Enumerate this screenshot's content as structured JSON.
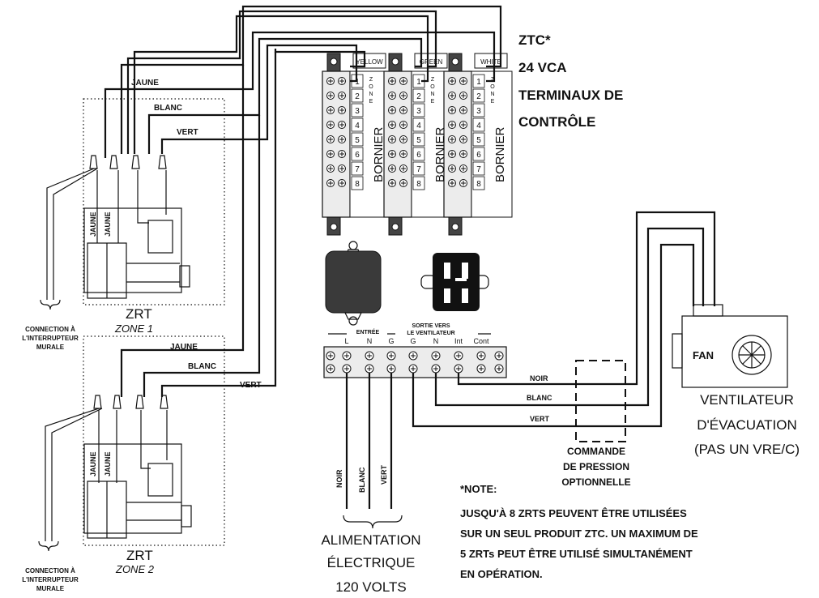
{
  "ztc": {
    "title": "ZTC*",
    "line2": "24 VCA",
    "line3": "TERMINAUX DE",
    "line4": "CONTRÔLE"
  },
  "blocks": [
    {
      "color": "YELLOW",
      "word": "BORNIER",
      "zone_letters": [
        "Z",
        "O",
        "N",
        "E"
      ],
      "terms": [
        "1",
        "2",
        "3",
        "4",
        "5",
        "6",
        "7",
        "8"
      ]
    },
    {
      "color": "GREEN",
      "word": "BORNIER",
      "zone_letters": [
        "Z",
        "O",
        "N",
        "E"
      ],
      "terms": [
        "1",
        "2",
        "3",
        "4",
        "5",
        "6",
        "7",
        "8"
      ]
    },
    {
      "color": "WHITE",
      "word": "BORNIER",
      "zone_letters": [
        "Z",
        "O",
        "N",
        "E"
      ],
      "terms": [
        "1",
        "2",
        "3",
        "4",
        "5",
        "6",
        "7",
        "8"
      ]
    }
  ],
  "zone1": {
    "wires": [
      "JAUNE",
      "BLANC",
      "VERT"
    ],
    "inner_labels": [
      "JAUNE",
      "JAUNE"
    ],
    "title": "ZRT",
    "subtitle": "ZONE 1",
    "wall": [
      "CONNECTION À",
      "L'INTERRUPTEUR",
      "MURALE"
    ]
  },
  "zone2": {
    "wires": [
      "JAUNE",
      "BLANC",
      "VERT"
    ],
    "inner_labels": [
      "JAUNE",
      "JAUNE"
    ],
    "title": "ZRT",
    "subtitle": "ZONE 2",
    "wall": [
      "CONNECTION À",
      "L'INTERRUPTEUR",
      "MURALE"
    ]
  },
  "power_strip": {
    "input_label": "ENTRÉE",
    "output_label": [
      "SORTIE VERS",
      "LE VENTILATEUR"
    ],
    "terms": [
      "L",
      "N",
      "G",
      "G",
      "N",
      "Int",
      "Cont"
    ]
  },
  "supply": {
    "wires": [
      "NOIR",
      "BLANC",
      "VERT"
    ],
    "label": [
      "ALIMENTATION",
      "ÉLECTRIQUE",
      "120 VOLTS"
    ]
  },
  "fan_wires": [
    "NOIR",
    "BLANC",
    "VERT"
  ],
  "pressure": [
    "COMMANDE",
    "DE PRESSION",
    "OPTIONNELLE"
  ],
  "fan": {
    "box_label": "FAN",
    "label": [
      "VENTILATEUR",
      "D'ÉVACUATION",
      "(PAS UN VRE/C)"
    ]
  },
  "note": {
    "title": "*NOTE:",
    "lines": [
      "JUSQU'À 8 ZRTS PEUVENT ÊTRE UTILISÉES",
      "SUR UN SEUL PRODUIT ZTC. UN MAXIMUM DE",
      "5 ZRTs PEUT ÊTRE UTILISÉ SIMULTANÉMENT",
      "EN OPÉRATION."
    ]
  }
}
